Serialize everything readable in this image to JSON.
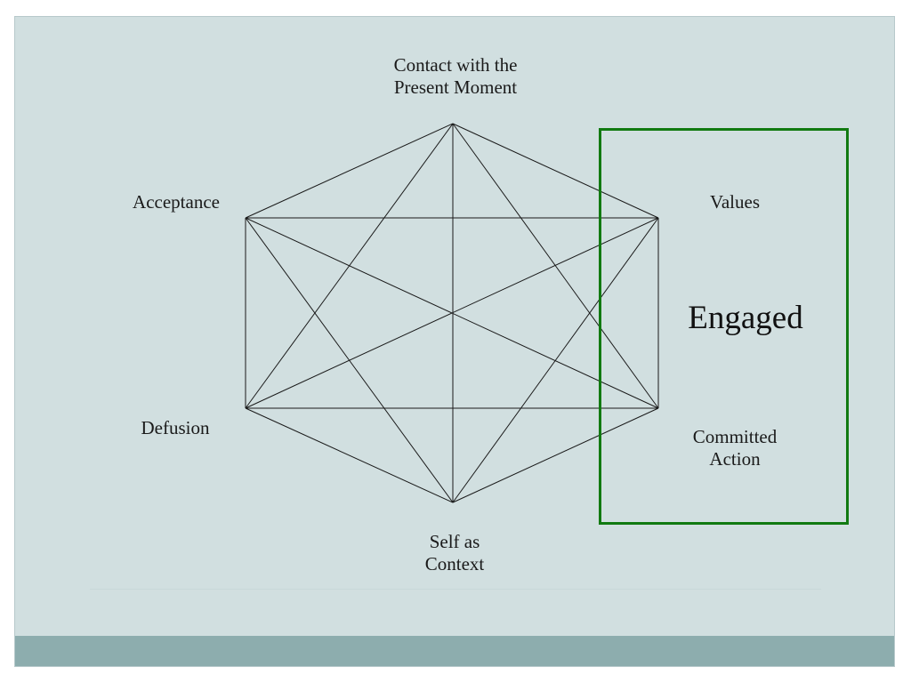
{
  "nodes": {
    "top": {
      "line1": "Contact with the",
      "line2": "Present Moment"
    },
    "upper_left": {
      "text": "Acceptance"
    },
    "upper_right": {
      "text": "Values"
    },
    "lower_left": {
      "text": "Defusion"
    },
    "lower_right": {
      "line1": "Committed",
      "line2": "Action"
    },
    "bottom": {
      "line1": "Self as",
      "line2": "Context"
    }
  },
  "highlight": {
    "label": "Engaged",
    "color": "#117a11"
  },
  "colors": {
    "slide_background": "#d1dfe0",
    "footer_bar": "#8dadae",
    "lines": "#1a1a1a"
  }
}
